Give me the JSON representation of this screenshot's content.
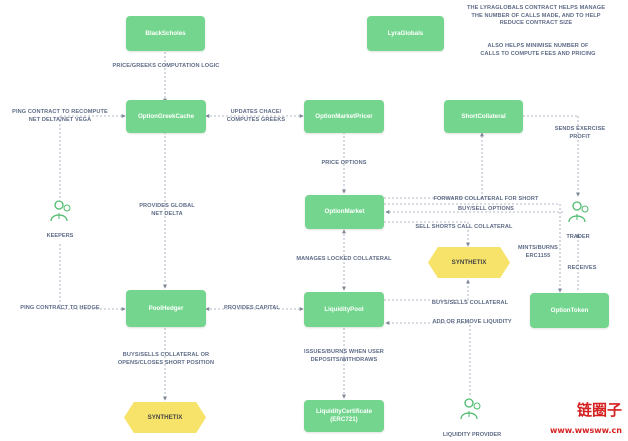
{
  "nodes": {
    "blackscholes": "BlackScholes",
    "lyraglobals": "LyraGlobals",
    "option_greek_cache": "OptionGreekCache",
    "option_market_pricer": "OptionMarketPricer",
    "short_collateral": "ShortCollateral",
    "option_market": "OptionMarket",
    "pool_hedger": "PoolHedger",
    "liquidity_pool": "LiquidityPool",
    "option_token": "OptionToken",
    "liquidity_certificate": "LiquidityCertificate\n(ERC721)",
    "synthetix_top": "SYNTHETIX",
    "synthetix_bottom": "SYNTHETIX"
  },
  "notes": {
    "lyraglobals_note": "THE LYRAGLOBALS CONTRACT HELPS MANAGE\nTHE NUMBER OF CALLS MADE, AND TO HELP\nREDUCE CONTRACT SIZE",
    "lyraglobals_note2": "ALSO HELPS MINIMISE NUMBER OF\nCALLS TO COMPUTE FEES AND PRICING"
  },
  "edges": {
    "price_greeks": "PRICE/GREEKS COMPUTATION LOGIC",
    "ping_recompute": "PING CONTRACT TO RECOMPUTE\nNET DELTA/NET VEGA",
    "updates_cache": "UPDATES CHACE/\nCOMPUTES GREEKS",
    "sends_exercise": "SENDS EXERCISE\nPROFIT",
    "price_options": "PRICE OPTIONS",
    "forward_collateral": "FORWARD COLLATERAL FOR  SHORT",
    "buy_sell_options": "BUY/SELL OPTIONS",
    "sell_shorts": "SELL SHORTS CALL COLLATERAL",
    "provides_global": "PROVIDES GLOBAL\nNET DELTA",
    "manages_locked": "MANAGES LOCKED COLLATERAL",
    "mints_burns": "MINTS/BURNS\nERC1155",
    "receives": "RECEIVES",
    "ping_hedge": "PING CONTRACT TO HEDGE",
    "provides_capital": "PROVIDES CAPITAL",
    "buys_sells_collateral": "BUYS/SELLS COLLATERAL",
    "add_remove_liquidity": "ADD OR REMOVE LIQUIDITY",
    "buys_sells_opens": "BUYS/SELLS COLLATERAL OR\nOPENS/CLOSES SHORT POSITION",
    "issues_burns": "ISSUES/BURNS WHEN USER\nDEPOSITS/WITHDRAWS"
  },
  "actors": {
    "keepers": "KEEPERS",
    "trader": "TRADER",
    "liquidity_provider": "LIQUIDITY PROVIDER"
  },
  "watermark": {
    "cn": "链圈子",
    "url": "www.wwsww.cn"
  },
  "colors": {
    "node": "#74d68e",
    "hex": "#f7e36a",
    "label": "#5e6b86",
    "line": "#9aa3b2",
    "watermark": "#d42020"
  }
}
